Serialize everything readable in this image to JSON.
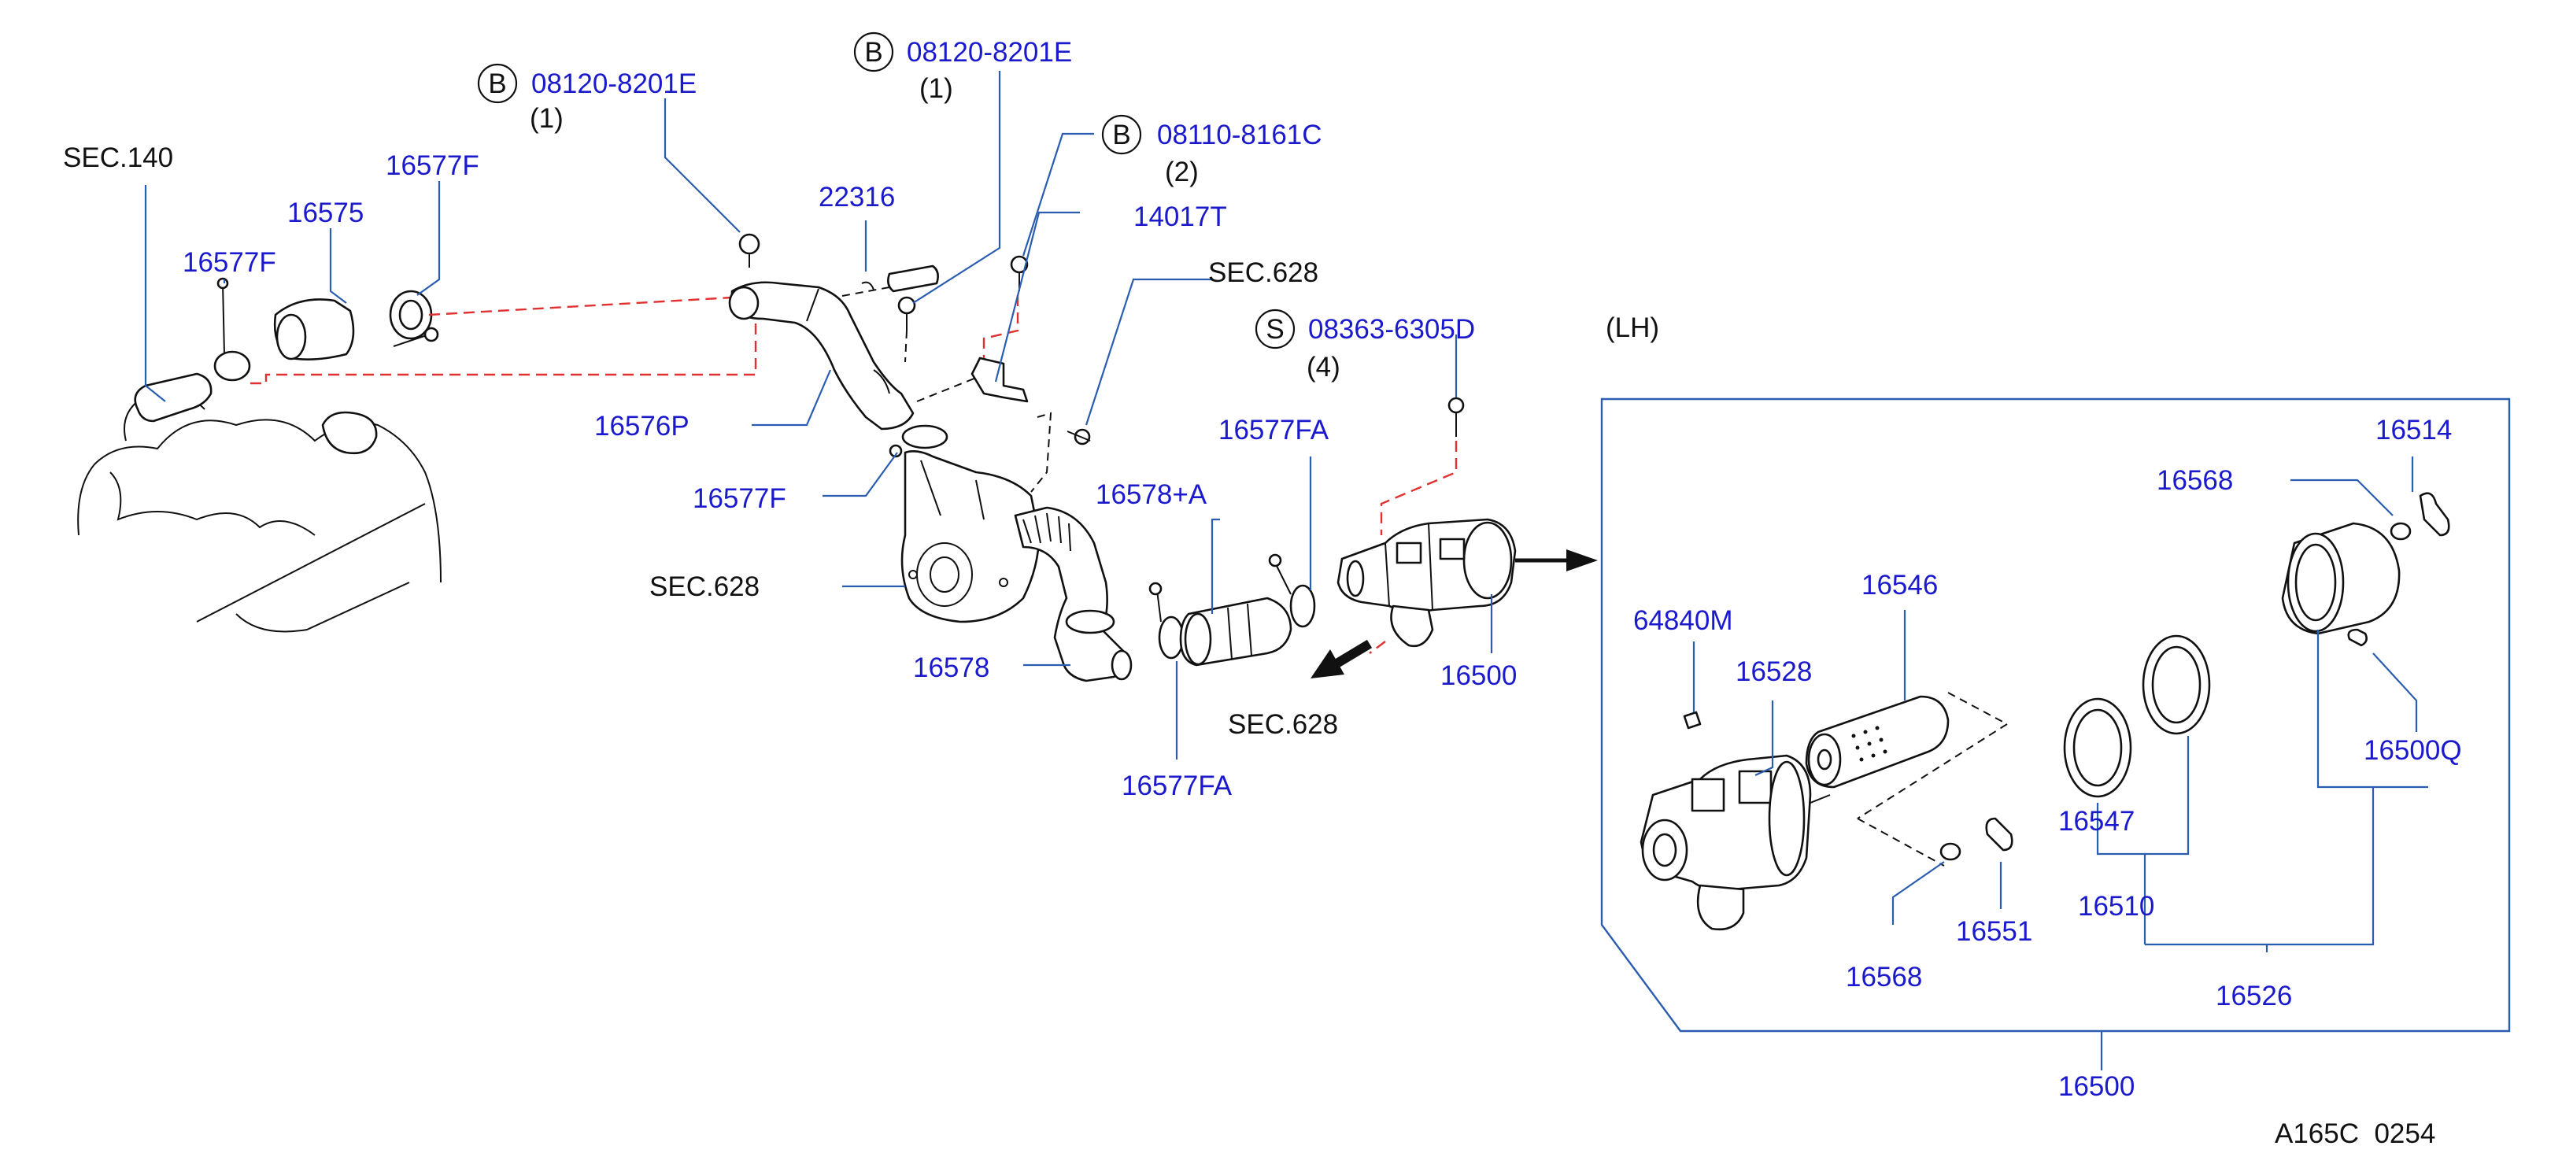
{
  "labels": {
    "sec140": "SEC.140",
    "p16577F_a": "16577F",
    "p16575": "16575",
    "p16577F_b": "16577F",
    "b1_code": "B",
    "b1_part": "08120-8201E",
    "b1_qty": "(1)",
    "b2_code": "B",
    "b2_part": "08120-8201E",
    "b2_qty": "(1)",
    "b3_code": "B",
    "b3_part": "08110-8161C",
    "b3_qty": "(2)",
    "p22316": "22316",
    "p14017T": "14017T",
    "sec628_a": "SEC.628",
    "s_code": "S",
    "s_part": "08363-6305D",
    "s_qty": "(4)",
    "lh": "(LH)",
    "p16576P": "16576P",
    "p16577F_c": "16577F",
    "p16577FA_a": "16577FA",
    "p16578A": "16578+A",
    "sec628_b": "SEC.628",
    "p16578": "16578",
    "p16500_a": "16500",
    "sec628_c": "SEC.628",
    "p16577FA_b": "16577FA",
    "p16514": "16514",
    "p16568_a": "16568",
    "p64840M": "64840M",
    "p16546": "16546",
    "p16528": "16528",
    "p16500Q": "16500Q",
    "p16547": "16547",
    "p16510": "16510",
    "p16551": "16551",
    "p16568_b": "16568",
    "p16526": "16526",
    "p16500_b": "16500",
    "ref": "A165C  0254"
  },
  "colors": {
    "label_blue": "#1a1acc",
    "leader_blue": "#2a5db0",
    "red_dash": "#e03030"
  }
}
